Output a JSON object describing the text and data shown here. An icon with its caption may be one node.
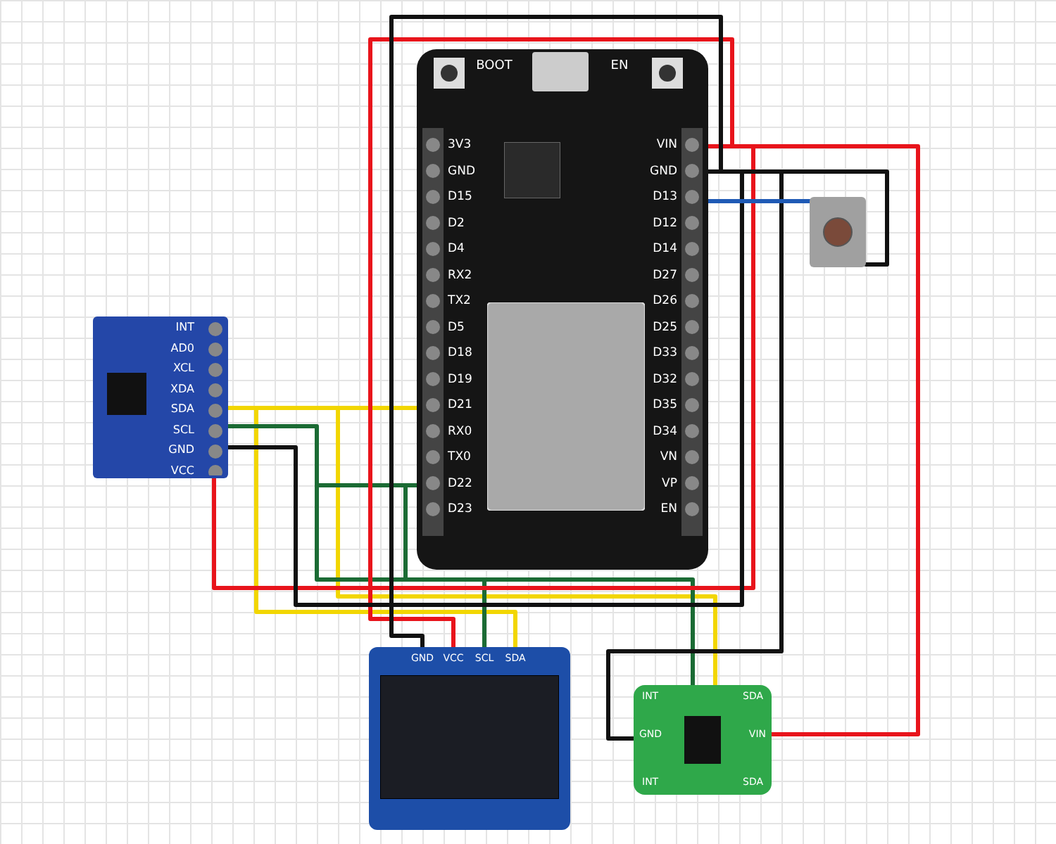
{
  "diagram": {
    "nodes": [
      {
        "text": [
          "BOOT",
          "EN",
          "3V3",
          "GND",
          "D15",
          "D2",
          "D4",
          "RX2",
          "TX2",
          "D5",
          "D18",
          "D19",
          "D21",
          "RX0",
          "TX0",
          "D22",
          "D23",
          "VIN",
          "GND",
          "D13",
          "D12",
          "D14",
          "D27",
          "D26",
          "D25",
          "D33",
          "D32",
          "D35",
          "D34",
          "VN",
          "VP",
          "EN"
        ]
      },
      {
        "text": [
          "INT",
          "AD0",
          "XCL",
          "XDA",
          "SDA",
          "SCL",
          "GND",
          "VCC"
        ]
      },
      {
        "text": [
          "GND",
          "VCC",
          "SCL",
          "SDA"
        ]
      },
      {
        "text": [
          "INT",
          "SDA",
          "GND",
          "VIN",
          "INT",
          "SDA"
        ]
      },
      {
        "text": [],
        "shape": "picture"
      }
    ],
    "edges": [
      {
        "from": 0,
        "to": 1,
        "arrow": "none",
        "color": "#f2d600"
      },
      {
        "from": 0,
        "to": 2,
        "arrow": "none",
        "color": "#f2d600"
      },
      {
        "from": 0,
        "to": 3,
        "arrow": "none",
        "color": "#f2d600"
      },
      {
        "from": 0,
        "to": 1,
        "arrow": "none",
        "color": "#1b6b34"
      },
      {
        "from": 0,
        "to": 2,
        "arrow": "none",
        "color": "#1b6b34"
      },
      {
        "from": 0,
        "to": 3,
        "arrow": "none",
        "color": "#1b6b34"
      },
      {
        "from": 0,
        "to": 3,
        "arrow": "none",
        "color": "#e8141b"
      },
      {
        "from": 0,
        "to": 2,
        "arrow": "none",
        "color": "#e8141b"
      },
      {
        "from": 0,
        "to": 1,
        "arrow": "none",
        "color": "#e8141b"
      },
      {
        "from": 0,
        "to": 2,
        "arrow": "none",
        "color": "#111111"
      },
      {
        "from": 0,
        "to": 1,
        "arrow": "none",
        "color": "#111111"
      },
      {
        "from": 0,
        "to": 4,
        "arrow": "none",
        "color": "#111111"
      },
      {
        "from": 0,
        "to": 3,
        "arrow": "none",
        "color": "#111111"
      },
      {
        "from": 0,
        "to": 4,
        "arrow": "none",
        "color": "#1f5ab5"
      }
    ]
  }
}
